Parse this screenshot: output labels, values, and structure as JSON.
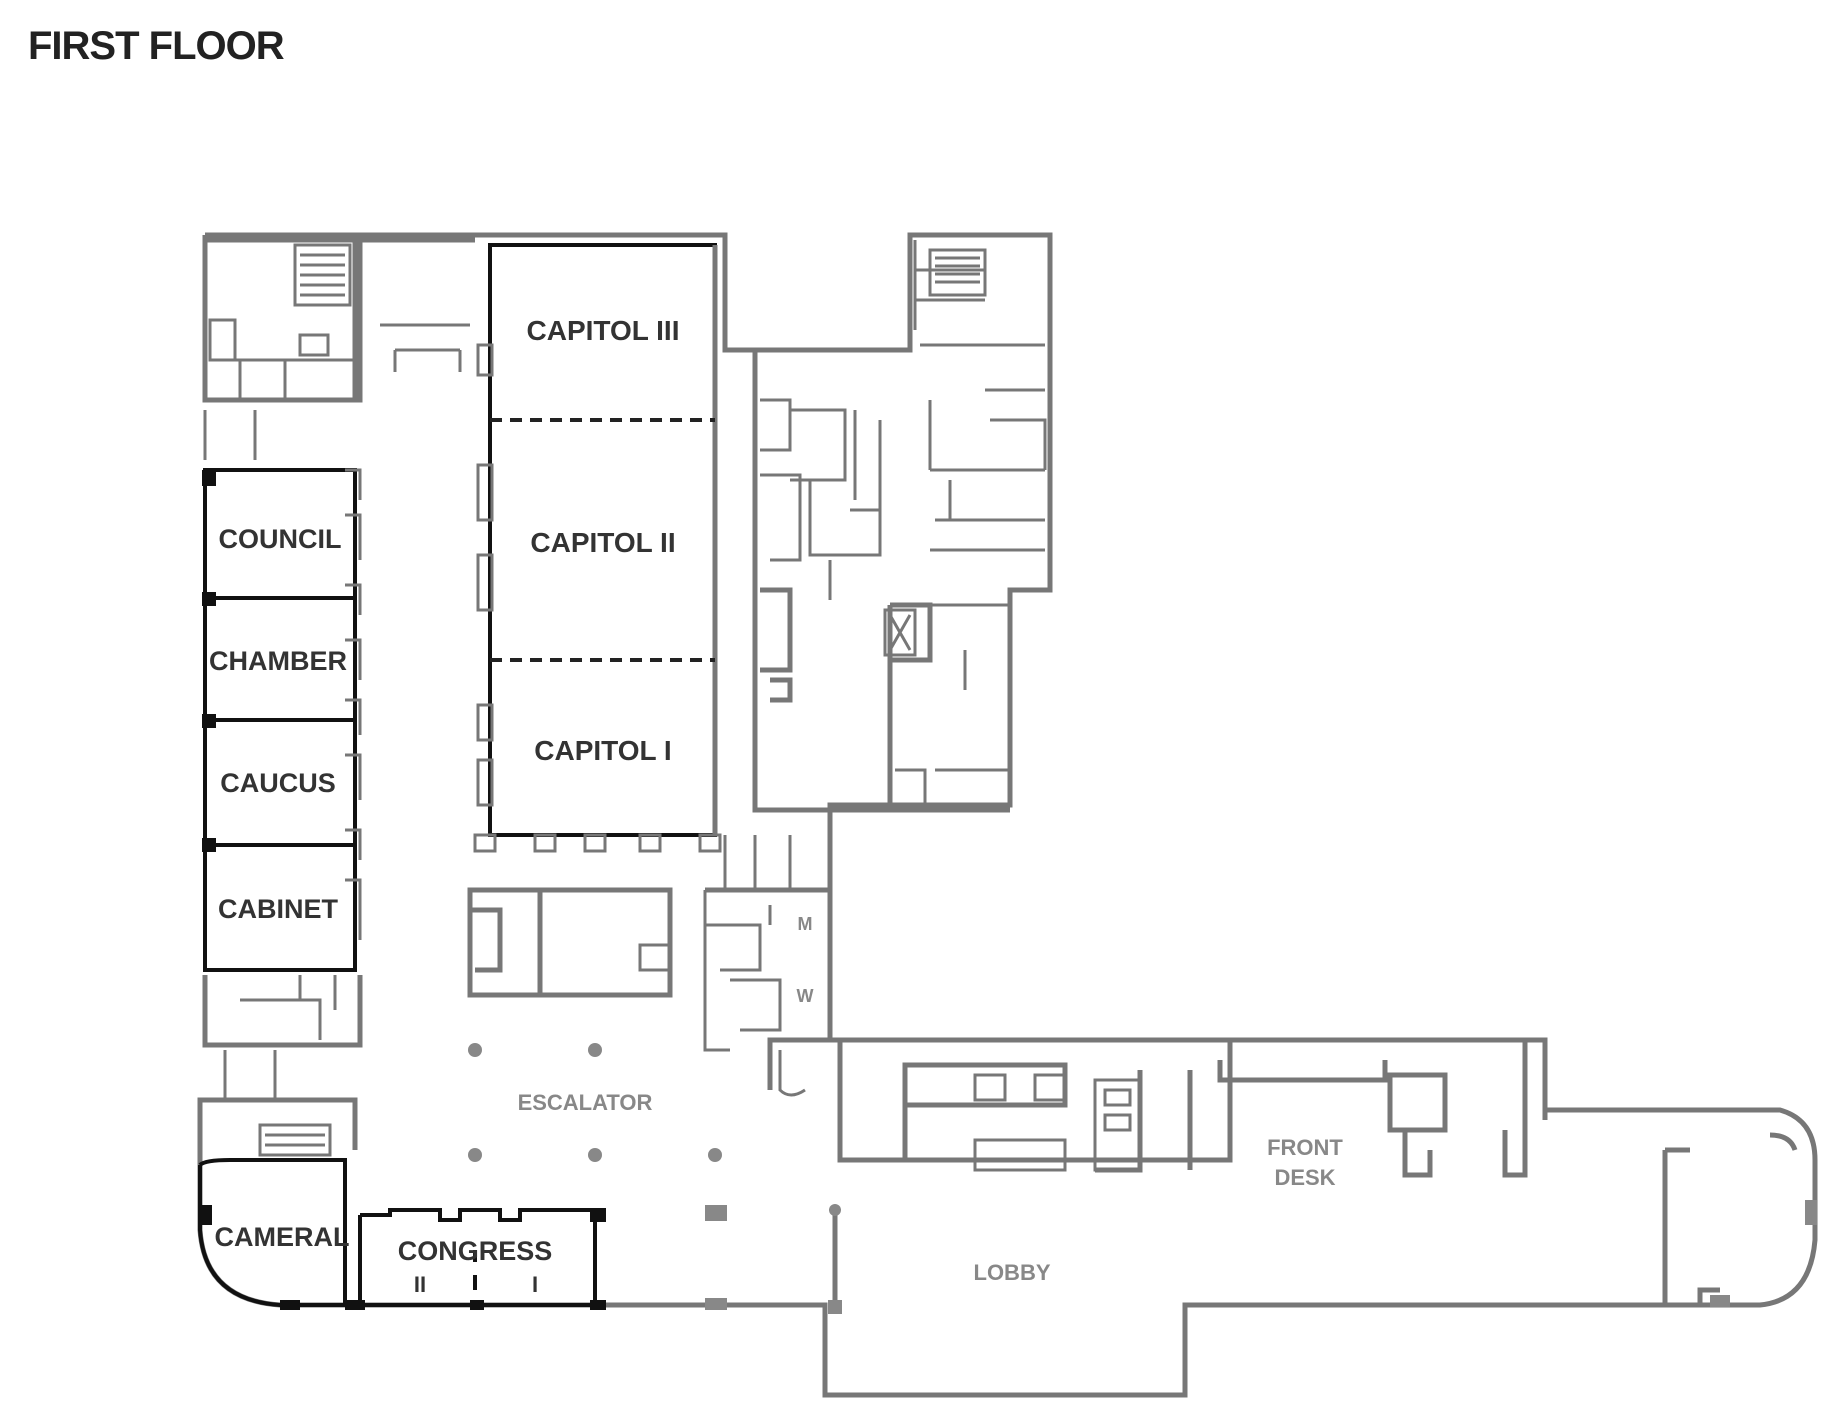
{
  "title": "FIRST FLOOR",
  "rooms": {
    "capitol_3": "CAPITOL III",
    "capitol_2": "CAPITOL II",
    "capitol_1": "CAPITOL I",
    "council": "COUNCIL",
    "chamber": "CHAMBER",
    "caucus": "CAUCUS",
    "cabinet": "CABINET",
    "cameral": "CAMERAL",
    "congress": "CONGRESS",
    "congress_2": "II",
    "congress_1": "I",
    "escalator": "ESCALATOR",
    "front_desk_line1": "FRONT",
    "front_desk_line2": "DESK",
    "lobby": "LOBBY",
    "restroom_men": "M",
    "restroom_women": "W"
  },
  "colors": {
    "wall": "#777777",
    "accent_wall": "#111111",
    "text": "#333333"
  }
}
